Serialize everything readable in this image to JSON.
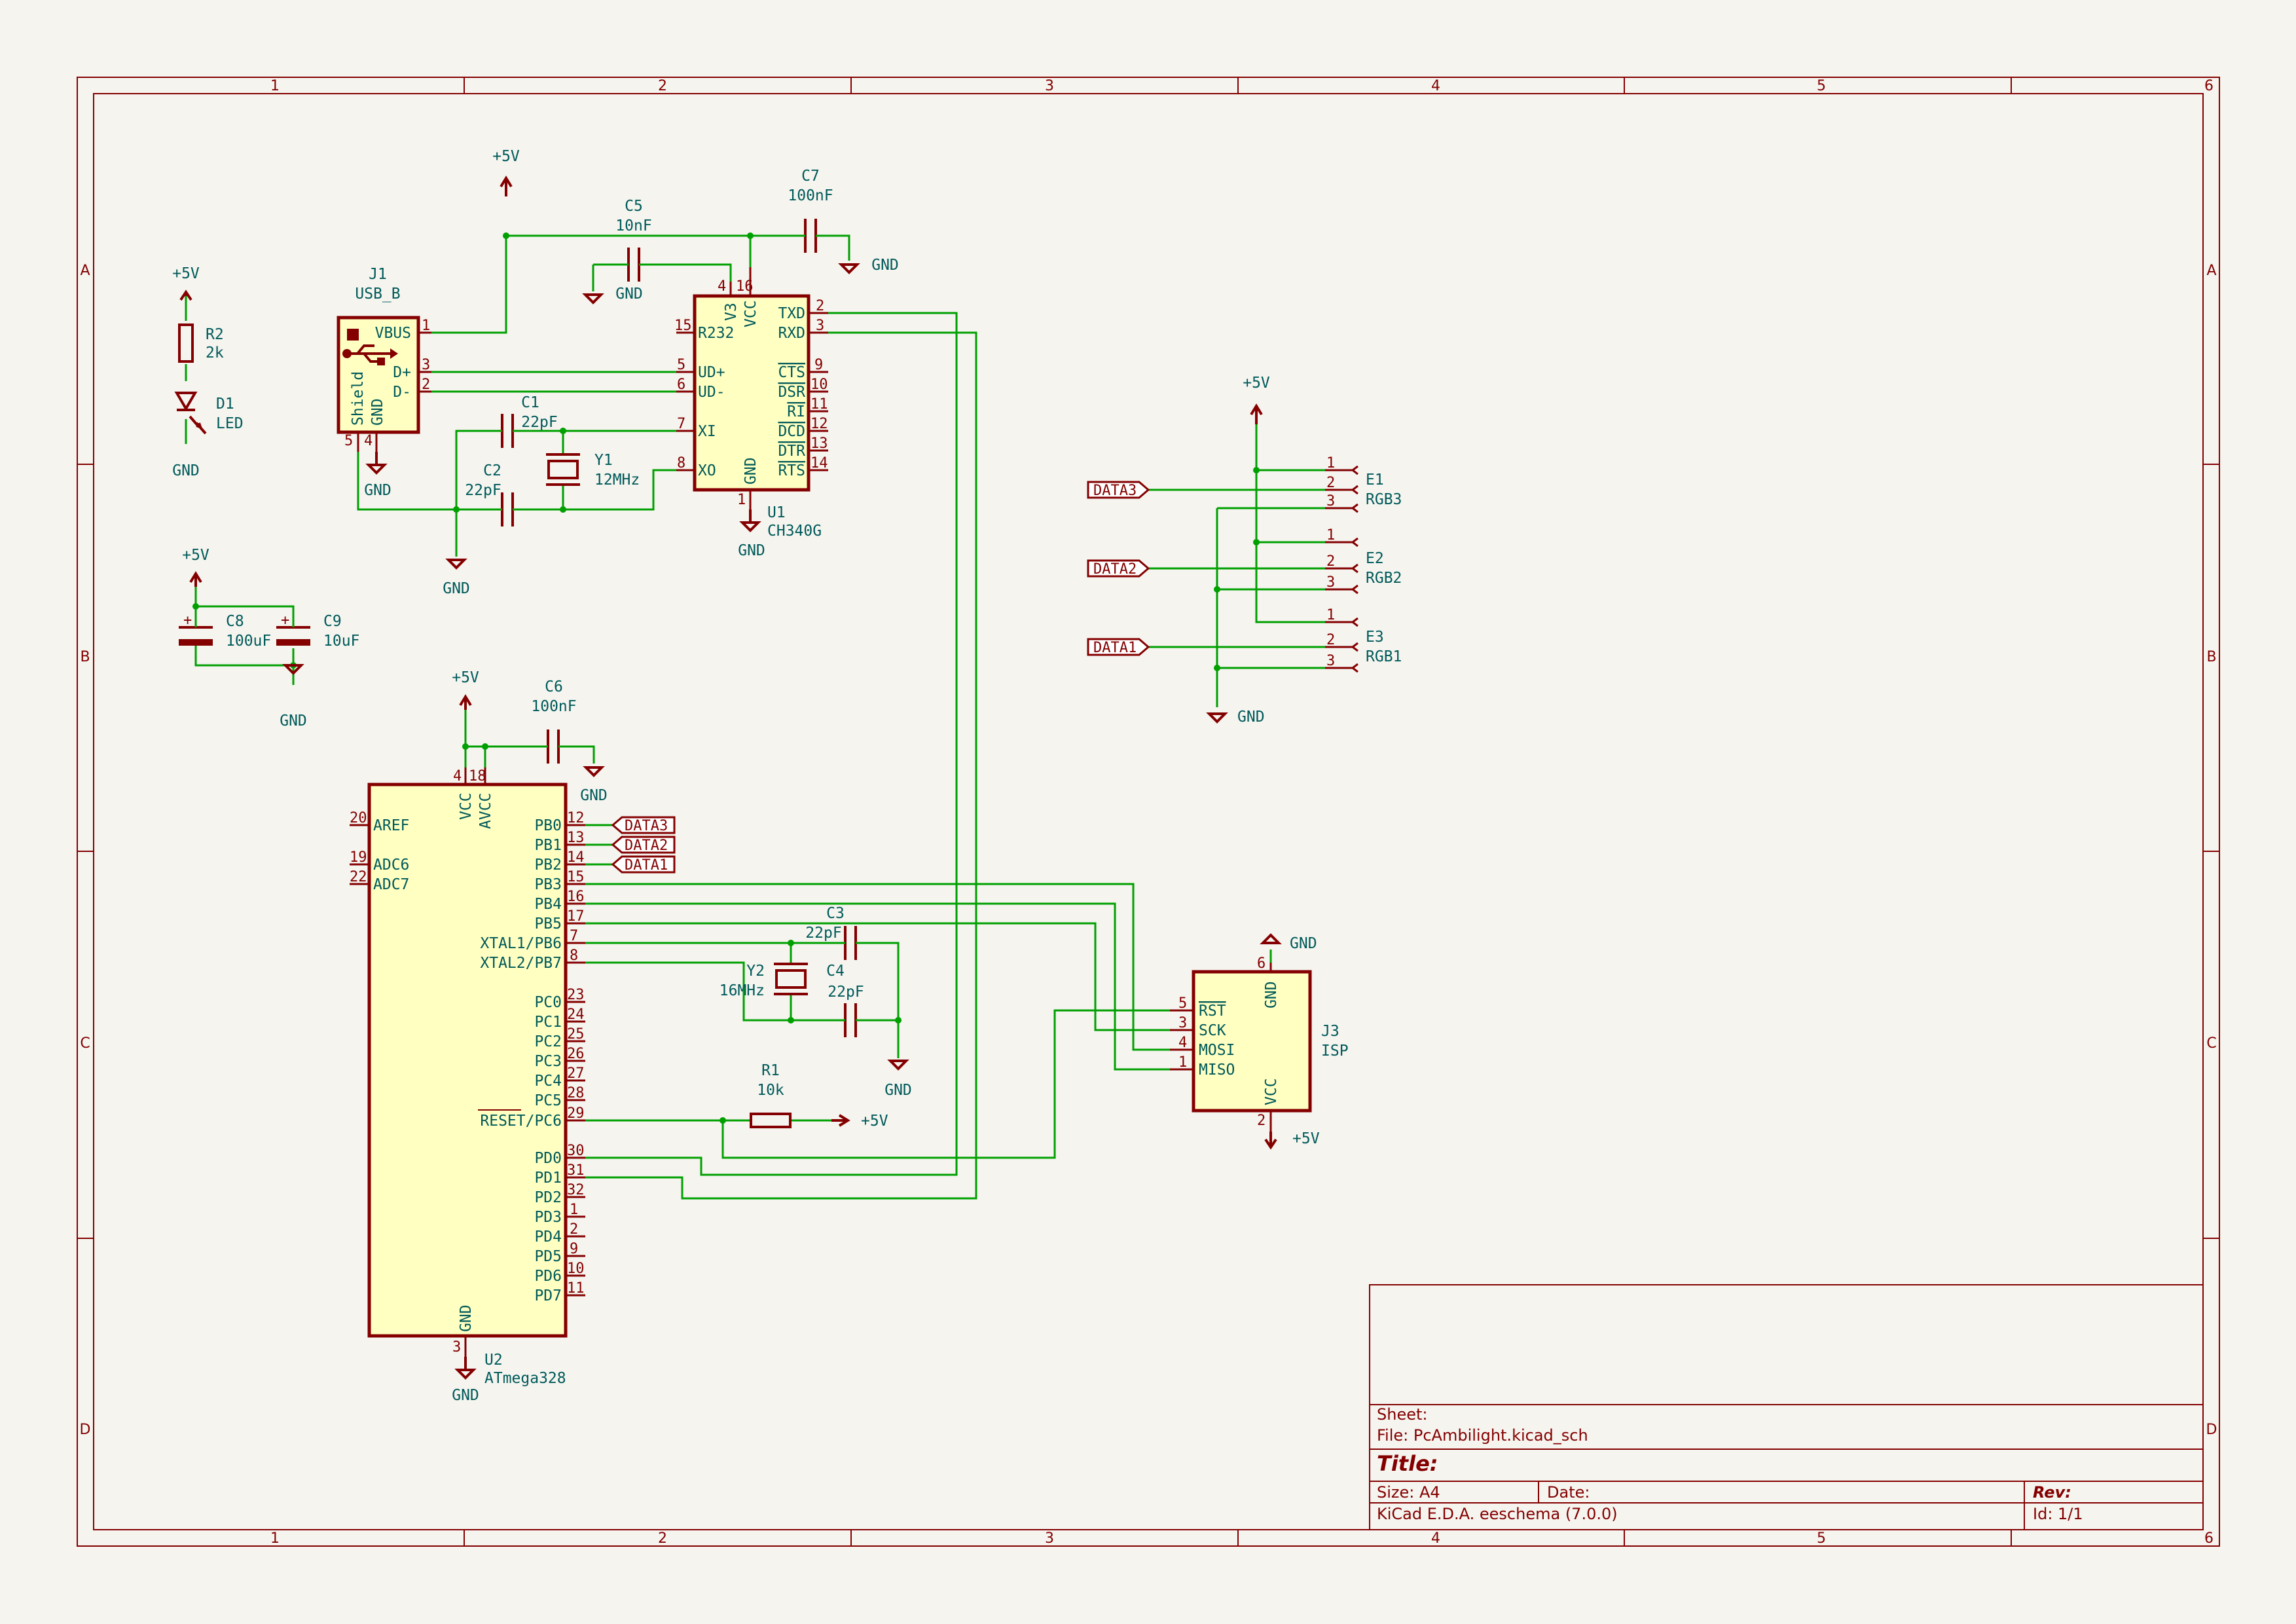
{
  "frame": {
    "columns": [
      "1",
      "2",
      "3",
      "4",
      "5",
      "6"
    ],
    "rows": [
      "A",
      "B",
      "C",
      "D"
    ]
  },
  "title_block": {
    "sheet_label": "Sheet:",
    "file_label": "File: PcAmbilight.kicad_sch",
    "title_label": "Title:",
    "size_label": "Size: A4",
    "date_label": "Date:",
    "rev_label": "Rev:",
    "tool_label": "KiCad E.D.A.  eeschema (7.0.0)",
    "id_label": "Id: 1/1"
  },
  "power": {
    "p5v": "+5V",
    "gnd": "GND"
  },
  "components": {
    "r2": {
      "ref": "R2",
      "value": "2k"
    },
    "d1": {
      "ref": "D1",
      "value": "LED"
    },
    "j1": {
      "ref": "J1",
      "value": "USB_B",
      "pins": {
        "vbus": "VBUS",
        "dp": "D+",
        "dm": "D-",
        "shield": "Shield",
        "gnd": "GND"
      }
    },
    "c5": {
      "ref": "C5",
      "value": "10nF"
    },
    "c7": {
      "ref": "C7",
      "value": "100nF"
    },
    "c1": {
      "ref": "C1",
      "value": "22pF"
    },
    "c2": {
      "ref": "C2",
      "value": "22pF"
    },
    "y1": {
      "ref": "Y1",
      "value": "12MHz"
    },
    "u1": {
      "ref": "U1",
      "value": "CH340G",
      "pins": {
        "v3": "V3",
        "vcc": "VCC",
        "r232": "R232",
        "udp": "UD+",
        "udm": "UD-",
        "xi": "XI",
        "xo": "XO",
        "gnd": "GND",
        "txd": "TXD",
        "rxd": "RXD",
        "cts": "CTS",
        "dsr": "DSR",
        "ri": "RI",
        "dcd": "DCD",
        "dtr": "DTR",
        "rts": "RTS"
      }
    },
    "c8": {
      "ref": "C8",
      "value": "100uF"
    },
    "c9": {
      "ref": "C9",
      "value": "10uF"
    },
    "c6": {
      "ref": "C6",
      "value": "100nF"
    },
    "c3": {
      "ref": "C3",
      "value": "22pF"
    },
    "c4": {
      "ref": "C4",
      "value": "22pF"
    },
    "y2": {
      "ref": "Y2",
      "value": "16MHz"
    },
    "r1": {
      "ref": "R1",
      "value": "10k"
    },
    "u2": {
      "ref": "U2",
      "value": "ATmega328",
      "pins": {
        "vcc": "VCC",
        "avcc": "AVCC",
        "aref": "AREF",
        "adc6": "ADC6",
        "adc7": "ADC7",
        "gnd": "GND",
        "pb0": "PB0",
        "pb1": "PB1",
        "pb2": "PB2",
        "pb3": "PB3",
        "pb4": "PB4",
        "pb5": "PB5",
        "pb6": "XTAL1/PB6",
        "pb7": "XTAL2/PB7",
        "pc0": "PC0",
        "pc1": "PC1",
        "pc2": "PC2",
        "pc3": "PC3",
        "pc4": "PC4",
        "pc5": "PC5",
        "pc6": "RESET/PC6",
        "pd0": "PD0",
        "pd1": "PD1",
        "pd2": "PD2",
        "pd3": "PD3",
        "pd4": "PD4",
        "pd5": "PD5",
        "pd6": "PD6",
        "pd7": "PD7"
      }
    },
    "j3": {
      "ref": "J3",
      "value": "ISP",
      "pins": {
        "rst": "RST",
        "sck": "SCK",
        "mosi": "MOSI",
        "miso": "MISO",
        "gnd": "GND",
        "vcc": "VCC"
      }
    },
    "e1": {
      "ref": "E1",
      "value": "RGB3"
    },
    "e2": {
      "ref": "E2",
      "value": "RGB2"
    },
    "e3": {
      "ref": "E3",
      "value": "RGB1"
    }
  },
  "labels": {
    "data1": "DATA1",
    "data2": "DATA2",
    "data3": "DATA3"
  }
}
